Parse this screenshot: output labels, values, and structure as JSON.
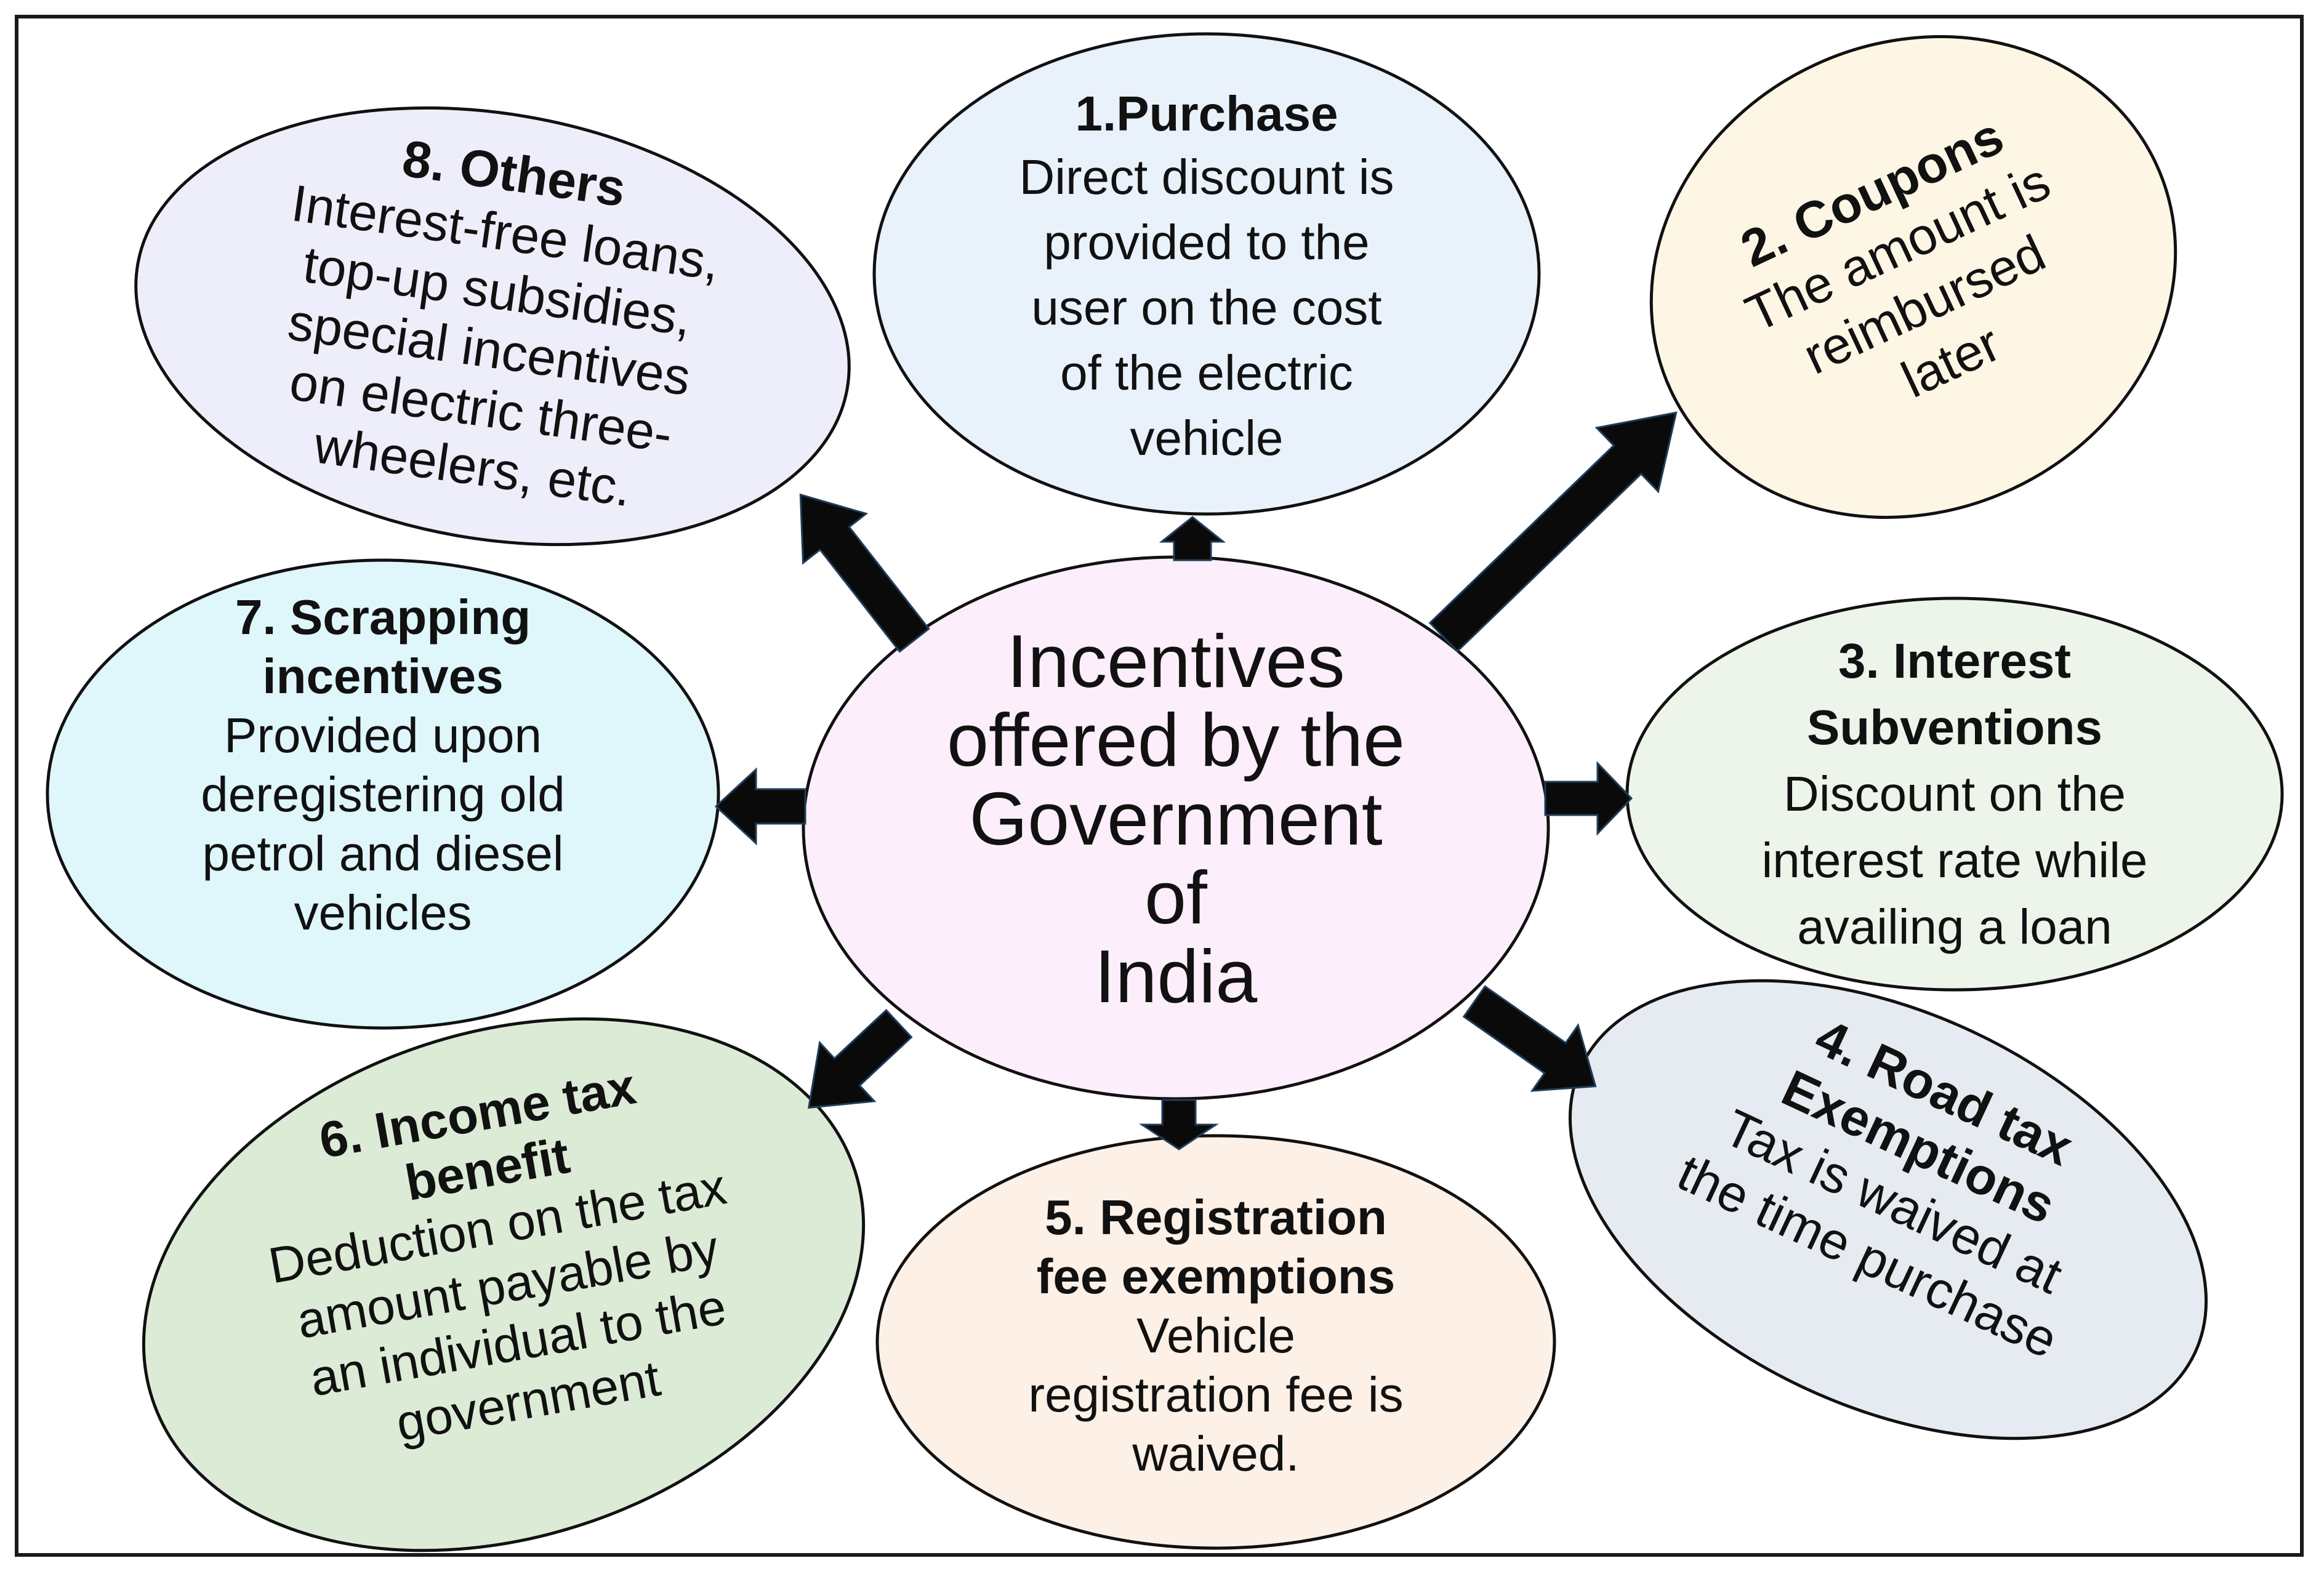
{
  "center": {
    "lines": [
      "Incentives",
      "offered by the",
      "Government",
      "of",
      "India"
    ]
  },
  "nodes": [
    {
      "id": "purchase",
      "title": "1.Purchase",
      "body": [
        "Direct discount is",
        "provided to the",
        "user on the cost",
        "of the electric",
        "vehicle"
      ],
      "fill": "#e9f1fb"
    },
    {
      "id": "coupons",
      "title": "2. Coupons",
      "body": [
        "The amount is",
        "reimbursed",
        "later"
      ],
      "fill": "#fdf6e4"
    },
    {
      "id": "interest",
      "title": [
        "3. Interest",
        "Subventions"
      ],
      "body": [
        "Discount on the",
        "interest rate while",
        "availing a loan"
      ],
      "fill": "#edf5ea"
    },
    {
      "id": "roadtax",
      "title": [
        "4. Road tax",
        "Exemptions"
      ],
      "body": [
        "Tax is waived at",
        "the time purchase"
      ],
      "fill": "#e6ebf1"
    },
    {
      "id": "registration",
      "title": [
        "5. Registration",
        "fee exemptions"
      ],
      "body": [
        "Vehicle",
        "registration fee is",
        "waived."
      ],
      "fill": "#fdf0e6"
    },
    {
      "id": "incometax",
      "title": [
        "6. Income tax",
        "benefit"
      ],
      "body": [
        "Deduction on the tax",
        "amount payable by",
        "an individual to  the",
        "government"
      ],
      "fill": "#dcebd6"
    },
    {
      "id": "scrapping",
      "title": [
        "7. Scrapping",
        "incentives"
      ],
      "body": [
        "Provided upon",
        "deregistering  old",
        "petrol and  diesel",
        "vehicles"
      ],
      "fill": "#dff6fb"
    },
    {
      "id": "others",
      "title": "8. Others",
      "body": [
        "Interest-free loans,",
        "top-up subsidies,",
        "special incentives",
        "on electric three-",
        "wheelers, etc."
      ],
      "fill": "#eeeefa"
    }
  ],
  "colors": {
    "center_fill": "#fdeefb",
    "arrow_fill": "#0a0a0a",
    "arrow_outline": "#1f3d5a",
    "outline": "#111111"
  }
}
